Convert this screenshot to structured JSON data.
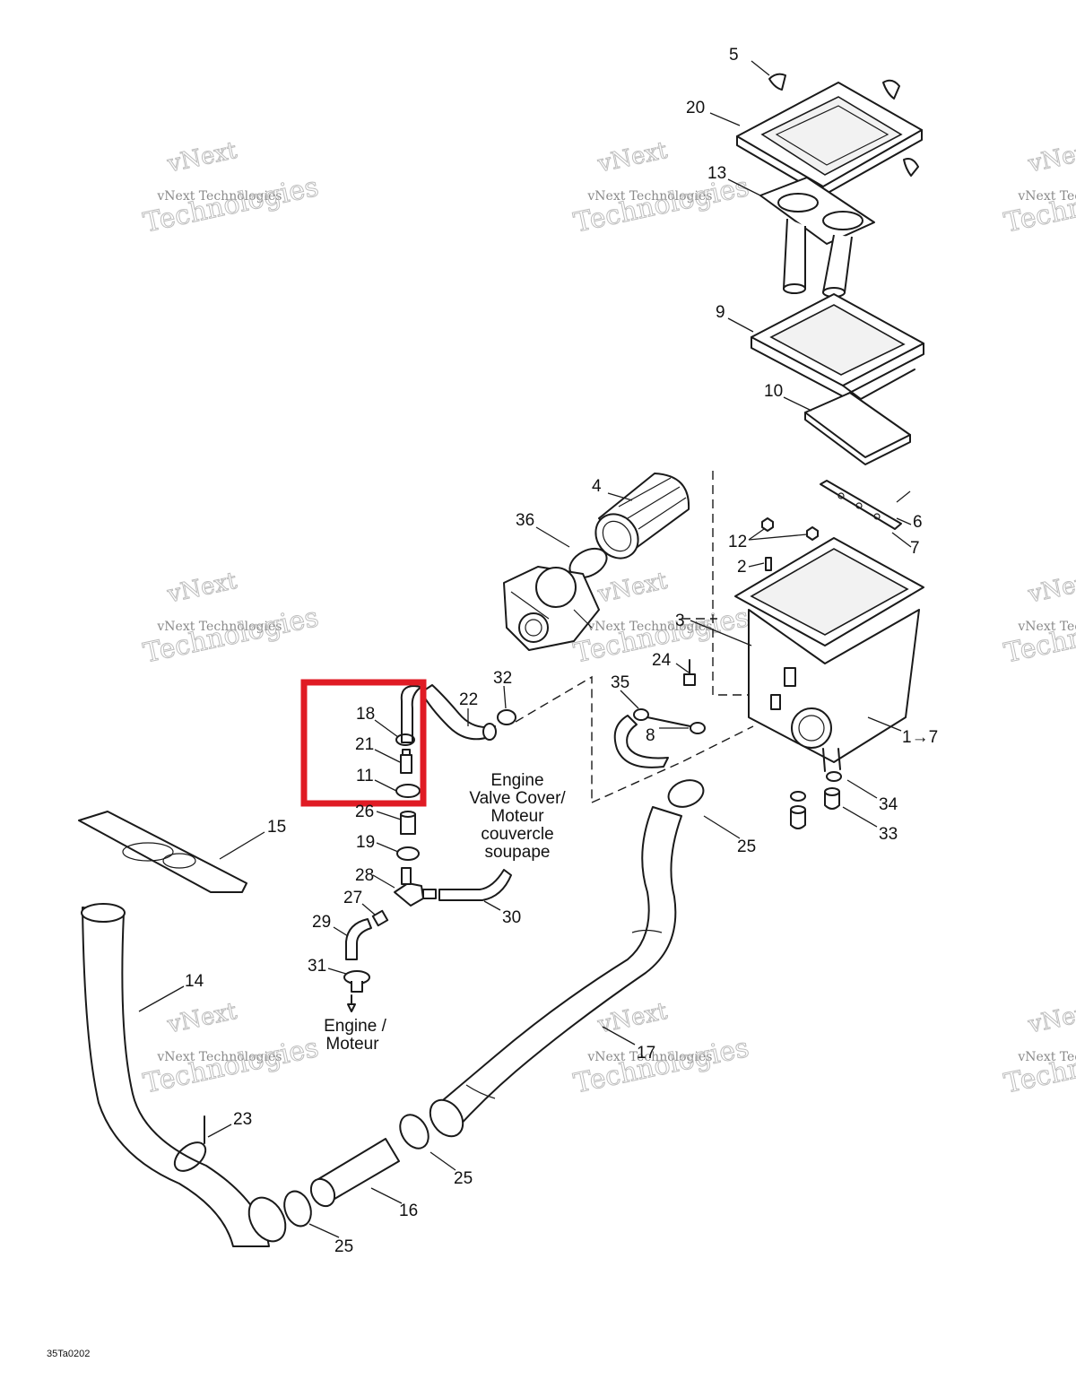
{
  "diagram": {
    "drawing_code": "35Ta0202",
    "highlight_color": "#e01b24",
    "highlighted_callouts": [
      "18",
      "21",
      "11"
    ],
    "callouts": {
      "c1": "5",
      "c2": "20",
      "c3": "13",
      "c4": "9",
      "c5": "10",
      "c6": "4",
      "c7": "36",
      "c8": "6",
      "c9": "7",
      "c10": "12",
      "c11": "2",
      "c12": "3",
      "c13": "24",
      "c14": "32",
      "c15": "22",
      "c16": "35",
      "c17": "8",
      "c18": "1→7",
      "c19": "18",
      "c20": "21",
      "c21": "11",
      "c22": "26",
      "c23": "19",
      "c24": "28",
      "c25": "27",
      "c26": "29",
      "c27": "30",
      "c28": "31",
      "c29": "15",
      "c30": "14",
      "c31": "25",
      "c32": "34",
      "c33": "33",
      "c34": "17",
      "c35": "23",
      "c36": "25",
      "c37": "16",
      "c38": "25"
    },
    "notes": {
      "valve_cover": [
        "Engine",
        "Valve Cover/",
        "Moteur",
        "couvercle",
        "soupape"
      ],
      "engine": [
        "Engine /",
        "Moteur"
      ]
    },
    "watermark": {
      "brand": "vNext",
      "company": "vNext Technologies",
      "word": "Technologies"
    }
  }
}
